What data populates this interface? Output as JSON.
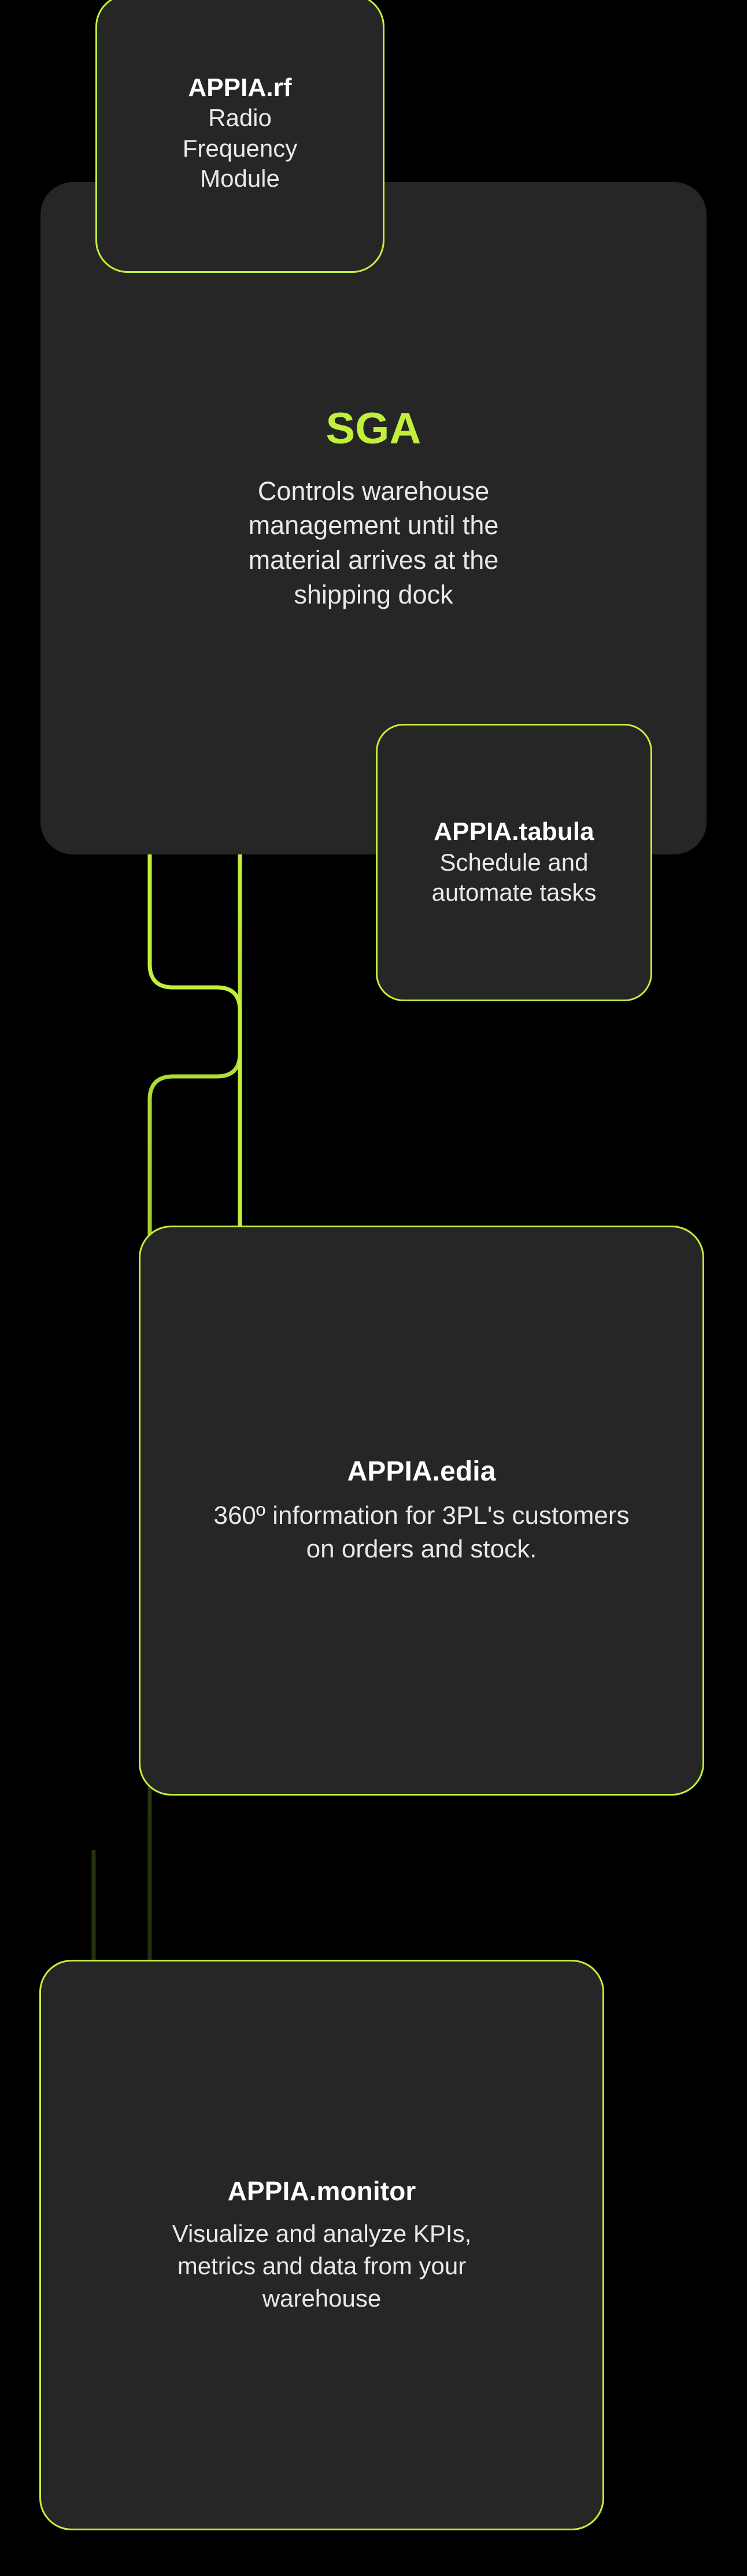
{
  "theme": {
    "background": "#000000",
    "card_background": "#262626",
    "accent": "#c1f03c",
    "title_color": "#ffffff",
    "body_color": "#e9e9e9",
    "connector_color": "#c1f03c",
    "connector_faded_color": "#2d3a16"
  },
  "diagram": {
    "type": "module-hierarchy",
    "root": "SGA",
    "nodes": [
      {
        "id": "appia-rf",
        "title": "APPIA.rf",
        "description": "Radio\nFrequency\nModule"
      },
      {
        "id": "sga",
        "title": "SGA",
        "description": "Controls warehouse management until the material arrives at the shipping dock"
      },
      {
        "id": "appia-tabula",
        "title": "APPIA.tabula",
        "description": "Schedule and automate tasks"
      },
      {
        "id": "appia-edia",
        "title": "APPIA.edia",
        "description": "360º information for 3PL's customers on orders and stock."
      },
      {
        "id": "appia-monitor",
        "title": "APPIA.monitor",
        "description": "Visualize and analyze KPIs, metrics and data from your warehouse"
      }
    ],
    "edges": [
      {
        "from": "sga",
        "to": "appia-edia"
      },
      {
        "from": "sga",
        "to": "appia-monitor"
      }
    ]
  },
  "cards": {
    "rf": {
      "title": "APPIA.rf",
      "description": "Radio\nFrequency\nModule"
    },
    "sga": {
      "title": "SGA",
      "description": "Controls warehouse management until the material arrives at the shipping dock"
    },
    "tabula": {
      "title": "APPIA.tabula",
      "description": "Schedule and automate tasks"
    },
    "edia": {
      "title": "APPIA.edia",
      "description": "360º information for 3PL's customers on orders and stock."
    },
    "monitor": {
      "title": "APPIA.monitor",
      "description": "Visualize and analyze KPIs, metrics and data from your warehouse"
    }
  }
}
